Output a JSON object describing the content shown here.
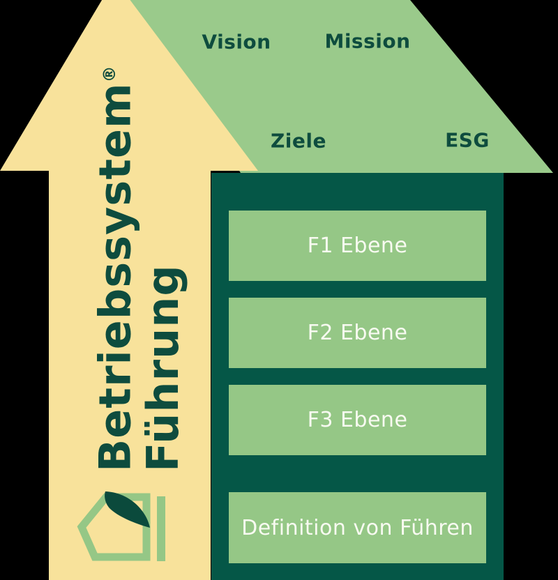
{
  "palette": {
    "canvas_bg": "#000000",
    "arrow_yellow": "#F8E29B",
    "roof_green": "#9ACA8B",
    "box_green": "#95C786",
    "dark_green": "#055747",
    "swoosh_green": "#0B4A3C",
    "dark_text": "#0E4C3E",
    "light_text": "#F8FAF1"
  },
  "title": {
    "line1": "Betriebssystem",
    "registered_mark": "®",
    "line2": "Führung"
  },
  "roof_labels": [
    {
      "text": "Vision"
    },
    {
      "text": "Mission"
    },
    {
      "text": "Ziele"
    },
    {
      "text": "ESG"
    }
  ],
  "levels": [
    {
      "label": "F1 Ebene"
    },
    {
      "label": "F2 Ebene"
    },
    {
      "label": "F3 Ebene"
    },
    {
      "label": "Definition von Führen"
    }
  ],
  "logo": {
    "name": "house-arrow-logo"
  }
}
